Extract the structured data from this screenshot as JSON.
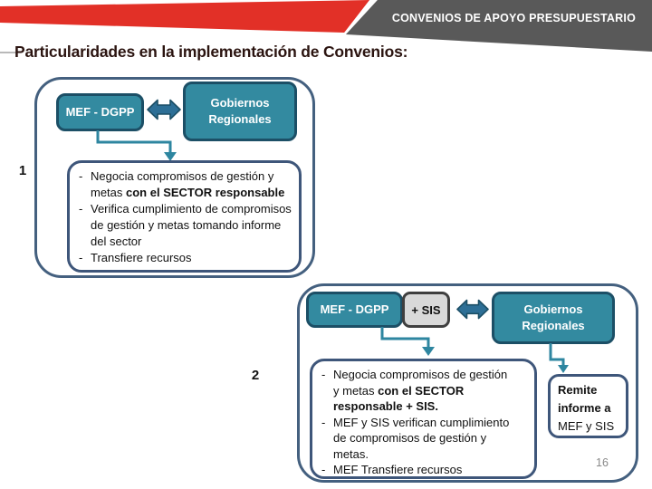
{
  "header": {
    "banner_title": "CONVENIOS DE APOYO PRESUPUESTARIO",
    "page_heading": "Particularidades en la implementación de Convenios:"
  },
  "colors": {
    "red_banner": "#E23027",
    "gray_banner": "#595959",
    "teal_fill": "#338AA0",
    "teal_border": "#1C4F66",
    "container_border": "#44607F",
    "connector": "#2E86A0",
    "arrow_fill": "#2D6F96",
    "sis_fill": "#D9D9D9",
    "heading_color": "#2B1410"
  },
  "ui": {
    "dash": "-"
  },
  "diagram1": {
    "label": "1",
    "mef_box": "MEF - DGPP",
    "gobiernos_box": "Gobiernos Regionales",
    "bullets": [
      {
        "segments": [
          {
            "text": "Negocia compromisos de gestión y metas ",
            "bold": false
          },
          {
            "text": "con el SECTOR responsable",
            "bold": true
          }
        ]
      },
      {
        "segments": [
          {
            "text": "Verifica cumplimiento de compromisos de gestión y metas tomando informe del sector",
            "bold": false
          }
        ]
      },
      {
        "segments": [
          {
            "text": "Transfiere recursos",
            "bold": false
          }
        ]
      }
    ]
  },
  "diagram2": {
    "label": "2",
    "mef_box": "MEF - DGPP",
    "sis_box": "+ SIS",
    "gobiernos_box": "Gobiernos Regionales",
    "bullets": [
      {
        "segments": [
          {
            "text": "Negocia compromisos de gestión y metas ",
            "bold": false
          },
          {
            "text": "con el SECTOR responsable + SIS.",
            "bold": true
          }
        ]
      },
      {
        "segments": [
          {
            "text": "MEF y SIS verifican cumplimiento de compromisos de gestión y metas.",
            "bold": false
          }
        ]
      },
      {
        "segments": [
          {
            "text": "MEF Transfiere recursos",
            "bold": false
          }
        ]
      }
    ],
    "remite_box": {
      "segments": [
        {
          "text": "Remite informe a ",
          "bold": true
        },
        {
          "text": "MEF y SIS",
          "bold": false
        }
      ]
    }
  },
  "footer": {
    "page_number": "16"
  }
}
